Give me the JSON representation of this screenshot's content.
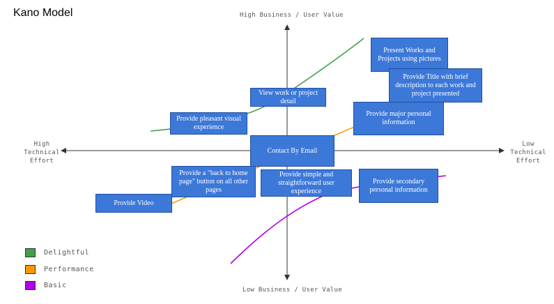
{
  "title": "Kano Model",
  "axes": {
    "top": "High Business / User Value",
    "bottom": "Low Business / User Value",
    "left": "High\nTechnical\nEffort",
    "right": "Low\nTechnical\nEffort"
  },
  "colors": {
    "delightful": "#43a047",
    "performance": "#ff9800",
    "basic": "#b000e8",
    "box_fill": "#3c78d8",
    "axis": "#333333"
  },
  "legend": [
    {
      "label": "Delightful",
      "color": "#43a047"
    },
    {
      "label": "Performance",
      "color": "#ff9800"
    },
    {
      "label": "Basic",
      "color": "#b000e8"
    }
  ],
  "features": [
    {
      "id": "present-works",
      "text": "Present Works and Projects using pictures"
    },
    {
      "id": "title-description",
      "text": "Provide Title with brief description to each work and project presented"
    },
    {
      "id": "view-detail",
      "text": "View work or project detail"
    },
    {
      "id": "major-info",
      "text": "Provide major personal information"
    },
    {
      "id": "pleasant-visual",
      "text": "Provide pleasant visual experience"
    },
    {
      "id": "contact-email",
      "text": "Contact By Email"
    },
    {
      "id": "back-home",
      "text": "Provide a \"back to home page\" button on all other pages"
    },
    {
      "id": "simple-ux",
      "text": "Provide simple and straightforward user experience"
    },
    {
      "id": "secondary-info",
      "text": "Provide secondary personal information"
    },
    {
      "id": "video",
      "text": "Provide Video"
    }
  ]
}
